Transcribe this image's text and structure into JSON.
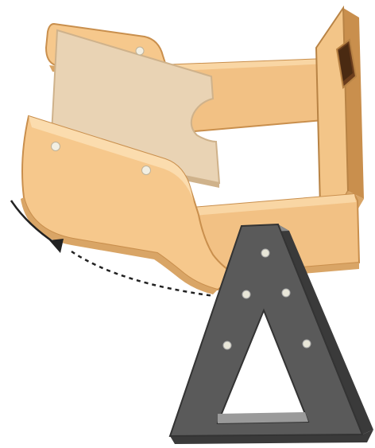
{
  "diagram": {
    "subject": "wooden-bracket-with-triangle-stand",
    "parts": [
      {
        "id": "wood-frame",
        "icon": "wood-bracket-icon"
      },
      {
        "id": "beige-plate",
        "icon": "plate-icon"
      },
      {
        "id": "triangle-stand",
        "icon": "triangle-stand-icon"
      },
      {
        "id": "rotation-arrow",
        "icon": "curved-arrow-icon"
      }
    ],
    "colors": {
      "wood_light": "#f6c88c",
      "wood_mid": "#edb776",
      "wood_edge": "#c98f4d",
      "wood_outline": "#b88345",
      "plate": "#e9d3b4",
      "plate_edge": "#cfb28b",
      "stand_face": "#5a5a5a",
      "stand_edge": "#3a3a3a",
      "stand_top": "#8a8a8a",
      "screw": "#f2efe3",
      "arrow": "#222222"
    }
  }
}
